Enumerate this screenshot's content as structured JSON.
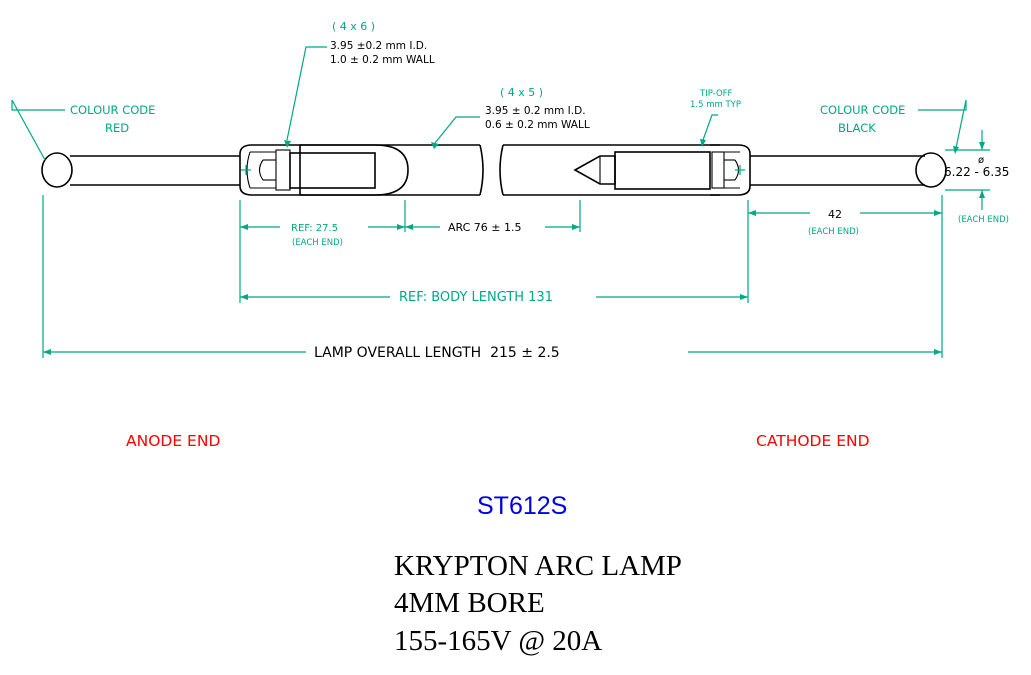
{
  "upper_tube": {
    "size": "( 4 x 6   )",
    "id": "3.95 ±0.2 mm I.D.",
    "wall": "1.0 ± 0.2 mm WALL"
  },
  "lower_tube": {
    "size": "( 4 x 5  )",
    "id": "3.95 ± 0.2 mm I.D.",
    "wall": "0.6 ± 0.2 mm WALL"
  },
  "tip_off": {
    "line1": "TIP-OFF",
    "line2": "1.5 mm TYP"
  },
  "anode_colour": {
    "line1": "COLOUR CODE",
    "line2": "RED"
  },
  "cathode_colour": {
    "line1": "COLOUR CODE",
    "line2": "BLACK"
  },
  "diameter": {
    "symbol": "ø",
    "value": "6.22 - 6.35",
    "note": "(EACH END)"
  },
  "dimensions": {
    "ref_end": "REF: 27.5",
    "ref_end_note": "(EACH END)",
    "arc": "ARC 76 ± 1.5",
    "cathode_lead": "42",
    "cathode_lead_note": "(EACH END)",
    "body_length": "REF: BODY LENGTH 131",
    "overall_length": "LAMP OVERALL LENGTH  215 ± 2.5"
  },
  "ends": {
    "anode": "ANODE END",
    "cathode": "CATHODE END"
  },
  "part_number": "ST612S",
  "description": {
    "line1": "KRYPTON ARC LAMP",
    "line2": "4MM BORE",
    "line3": "155-165V @ 20A"
  }
}
